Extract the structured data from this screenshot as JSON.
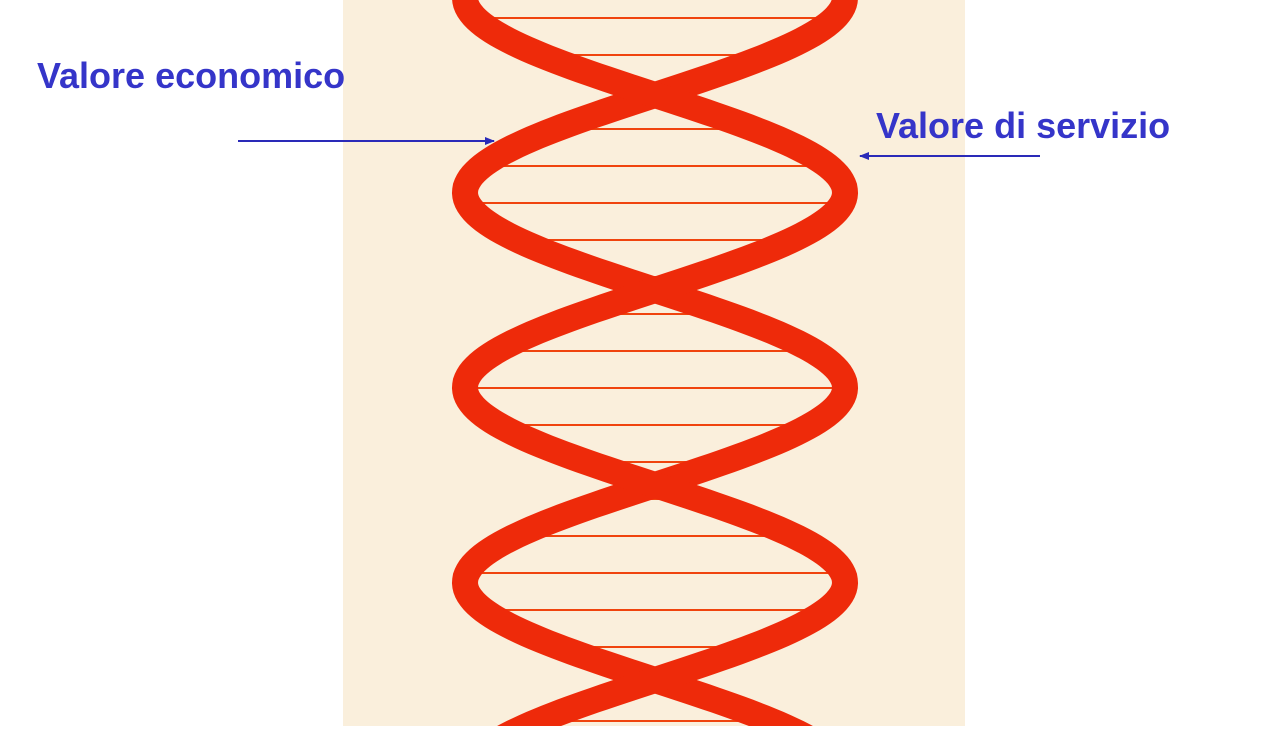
{
  "labels": {
    "left": "Valore economico",
    "right": "Valore di servizio"
  },
  "colors": {
    "label_text": "#3535c9",
    "arrow": "#2a2ab8",
    "paper": "#faefdc",
    "helix_strand": "#ee2a0a",
    "helix_rung": "#f0440e"
  },
  "icons": {
    "figure": "dna-double-helix-image",
    "pointer": "arrow-right-icon"
  }
}
